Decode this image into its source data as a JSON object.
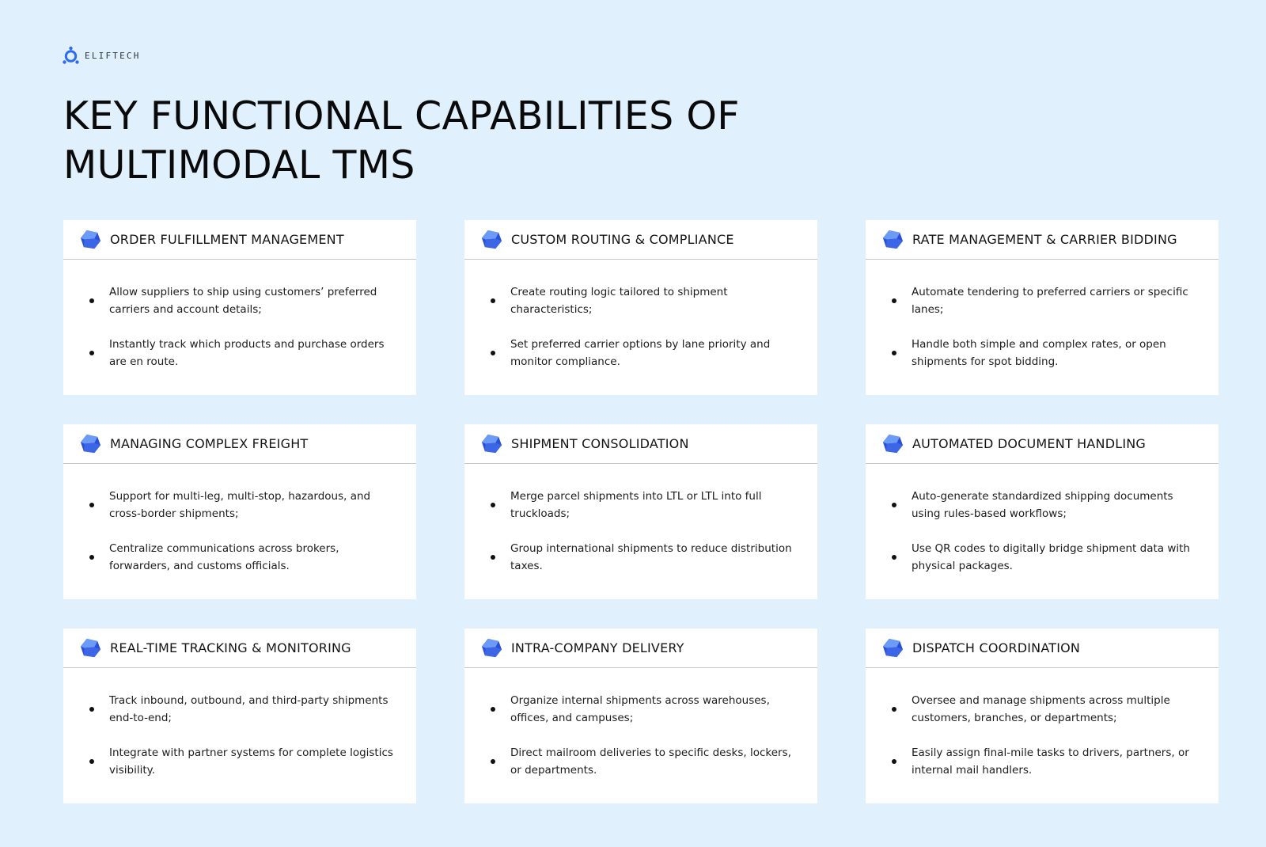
{
  "brand": {
    "name": "ELIFTECH"
  },
  "title": {
    "line1": "KEY FUNCTIONAL CAPABILITIES OF",
    "line2": "MULTIMODAL TMS"
  },
  "colors": {
    "background": "#e0f0fd",
    "card": "#ffffff",
    "icon_light": "#5b8ff5",
    "icon_dark": "#2a4fd8",
    "divider": "#c4c8cd"
  },
  "cards": [
    {
      "title": "ORDER FULFILLMENT MANAGEMENT",
      "icon": "blue-gem-icon",
      "items": [
        "Allow suppliers to ship using customers’ preferred carriers and account details;",
        "Instantly track which products and purchase orders are en route."
      ]
    },
    {
      "title": "CUSTOM ROUTING & COMPLIANCE",
      "icon": "blue-gem-icon",
      "items": [
        "Create routing logic tailored to shipment characteristics;",
        "Set preferred carrier options by lane priority and monitor compliance."
      ]
    },
    {
      "title": "RATE MANAGEMENT & CARRIER BIDDING",
      "icon": "blue-gem-icon",
      "items": [
        "Automate tendering to preferred carriers or specific lanes;",
        "Handle both simple and complex rates, or open shipments for spot bidding."
      ]
    },
    {
      "title": "MANAGING COMPLEX FREIGHT",
      "icon": "blue-gem-icon",
      "items": [
        "Support for multi-leg, multi-stop, hazardous, and cross-border shipments;",
        "Centralize communications across brokers, forwarders, and customs officials."
      ]
    },
    {
      "title": "SHIPMENT CONSOLIDATION",
      "icon": "blue-gem-icon",
      "items": [
        "Merge parcel shipments into LTL or LTL into full truckloads;",
        "Group international shipments to reduce distribution taxes."
      ]
    },
    {
      "title": "AUTOMATED DOCUMENT HANDLING",
      "icon": "blue-gem-icon",
      "items": [
        "Auto-generate standardized shipping documents using rules-based workflows;",
        "Use QR codes to digitally bridge shipment data with physical packages."
      ]
    },
    {
      "title": "REAL-TIME TRACKING & MONITORING",
      "icon": "blue-gem-icon",
      "items": [
        "Track inbound, outbound, and third-party shipments end-to-end;",
        "Integrate with partner systems for complete logistics visibility."
      ]
    },
    {
      "title": "INTRA-COMPANY DELIVERY",
      "icon": "blue-gem-icon",
      "items": [
        "Organize internal shipments across warehouses, offices, and campuses;",
        "Direct mailroom deliveries to specific desks, lockers, or departments."
      ]
    },
    {
      "title": "DISPATCH COORDINATION",
      "icon": "blue-gem-icon",
      "items": [
        "Oversee and manage shipments across multiple customers, branches, or departments;",
        "Easily assign final-mile tasks to drivers, partners, or internal mail handlers."
      ]
    }
  ]
}
